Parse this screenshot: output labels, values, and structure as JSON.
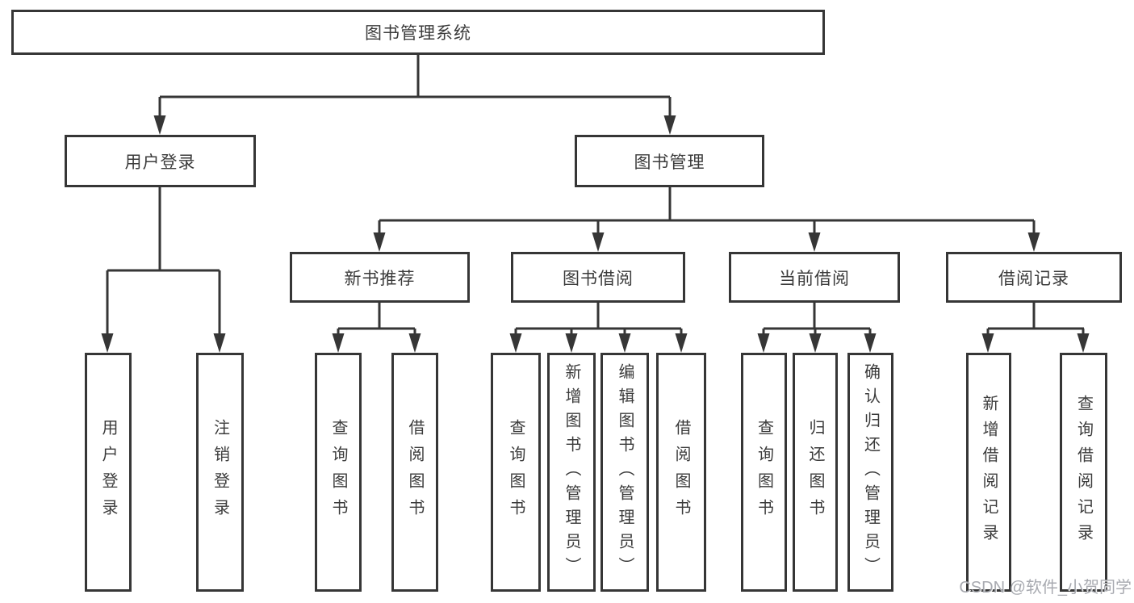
{
  "nodes": {
    "root": "图书管理系统",
    "user_login": "用户登录",
    "book_management": "图书管理",
    "new_book_recommend": "新书推荐",
    "book_borrow": "图书借阅",
    "current_borrow": "当前借阅",
    "borrow_records": "借阅记录",
    "user_login_child": "用户登录",
    "logout_child": "注销登录",
    "recommend_query_books": "查询图书",
    "recommend_borrow_books": "借阅图书",
    "borrow_query_books": "查询图书",
    "borrow_add_books": "新增图书（管理员）",
    "borrow_edit_books": "编辑图书（管理员）",
    "borrow_borrow_books": "借阅图书",
    "current_query_books": "查询图书",
    "current_return_books": "归还图书",
    "current_confirm_return": "确认归还（管理员）",
    "records_add_record": "新增借阅记录",
    "records_query_record": "查询借阅记录"
  },
  "watermark": "CSDN @软件_小贺同学",
  "colors": {
    "line": "#363636",
    "box_border": "#363636",
    "text": "#3b3b3b",
    "watermark": "#9ea1a7",
    "background": "#ffffff"
  }
}
